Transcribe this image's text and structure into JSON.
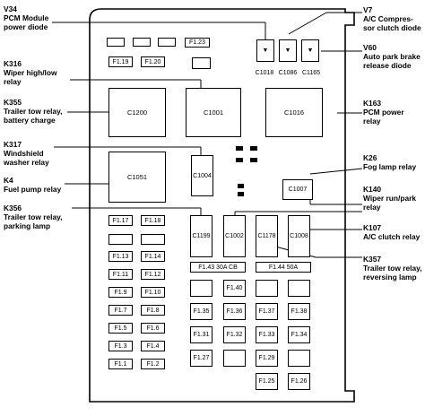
{
  "labels": {
    "v34": "V34\nPCM Module\npower diode",
    "k316": "K316\nWiper high/low\nrelay",
    "k355": "K355\nTrailer tow relay,\nbattery charge",
    "k317": "K317\nWindshield\nwasher relay",
    "k4": "K4\nFuel pump relay",
    "k356": "K356\nTrailer tow relay,\nparking lamp",
    "v7": "V7\nA/C Compres-\nsor clutch diode",
    "v60": "V60\nAuto park brake\nrelease diode",
    "k163": "K163\nPCM power\nrelay",
    "k26": "K26\nFog lamp relay",
    "k140": "K140\nWiper run/park\nrelay",
    "k107": "K107\nA/C clutch relay",
    "k357": "K357\nTrailer tow relay,\nreversing lamp"
  },
  "top": {
    "f123": "F1.23",
    "f119": "F1.19",
    "f120": "F1.20"
  },
  "diodes": {
    "c1018": "C1018",
    "c1086": "C1086",
    "c1165": "C1165"
  },
  "relays": {
    "c1200": "C1200",
    "c1001": "C1001",
    "c1016": "C1016",
    "c1051": "C1051",
    "c1004": "C1004",
    "c1007": "C1007",
    "c1199": "C1199",
    "c1002": "C1002",
    "c1178": "C1178",
    "c1008": "C1008"
  },
  "fuses_left": {
    "f117": "F1.17",
    "f118": "F1.18",
    "f113": "F1.13",
    "f114": "F1.14",
    "f111": "F1.11",
    "f112": "F1.12",
    "f19": "F1.9",
    "f110": "F1.10",
    "f17": "F1.7",
    "f18": "F1.8",
    "f15": "F1.5",
    "f16": "F1.6",
    "f13": "F1.3",
    "f14": "F1.4",
    "f11": "F1.1",
    "f12": "F1.2"
  },
  "cb": {
    "f143": "F1.43 30A CB",
    "f144": "F1.44 50A"
  },
  "fuses_right": {
    "f140": "F1.40",
    "f135": "F1.35",
    "f136": "F1.36",
    "f137": "F1.37",
    "f138": "F1.38",
    "f131": "F1.31",
    "f132": "F1.32",
    "f133": "F1.33",
    "f134": "F1.34",
    "f127": "F1.27",
    "f129": "F1.29",
    "f125": "F1.25",
    "f126": "F1.26"
  }
}
